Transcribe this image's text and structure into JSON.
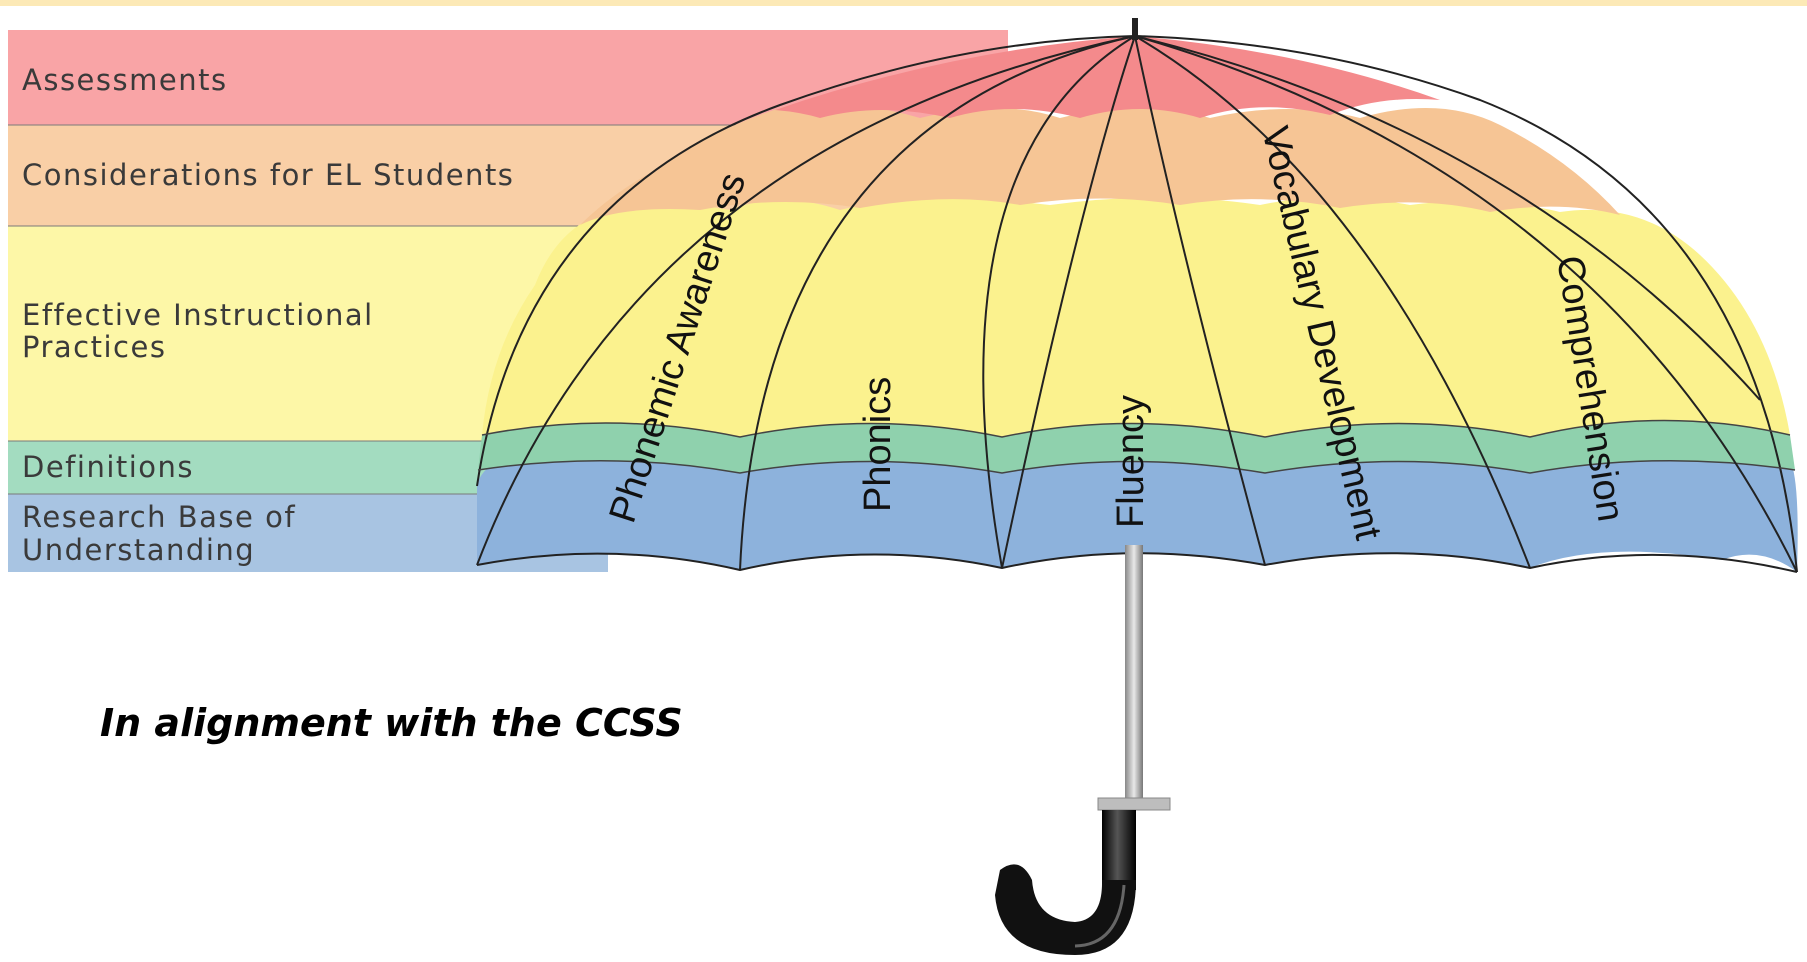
{
  "layers": {
    "assessments": {
      "label": "Assessments",
      "color": "#f9a4a6",
      "canopy_color": "#f48a8c"
    },
    "el_students": {
      "label": "Considerations for EL Students",
      "color": "#f9cfa6",
      "canopy_color": "#f6c595"
    },
    "practices": {
      "lines": [
        "Effective Instructional",
        "Practices"
      ],
      "color": "#fdf7a7",
      "canopy_color": "#fbf28e"
    },
    "definitions": {
      "label": "Definitions",
      "color": "#a3dcc0",
      "canopy_color": "#8fd1ad"
    },
    "research": {
      "lines": [
        "Research Base of",
        "Understanding"
      ],
      "color": "#a8c4e2",
      "canopy_color": "#8db2dc"
    }
  },
  "panels": [
    "Phonemic Awareness",
    "Phonics",
    "Fluency",
    "Vocabulary Development",
    "Comprehension"
  ],
  "caption": "In alignment with the CCSS",
  "colors": {
    "top_bar": "#fce9b6",
    "outline": "#222222",
    "handle": "#1a1a1a",
    "shaft": "#bbbbbb"
  }
}
